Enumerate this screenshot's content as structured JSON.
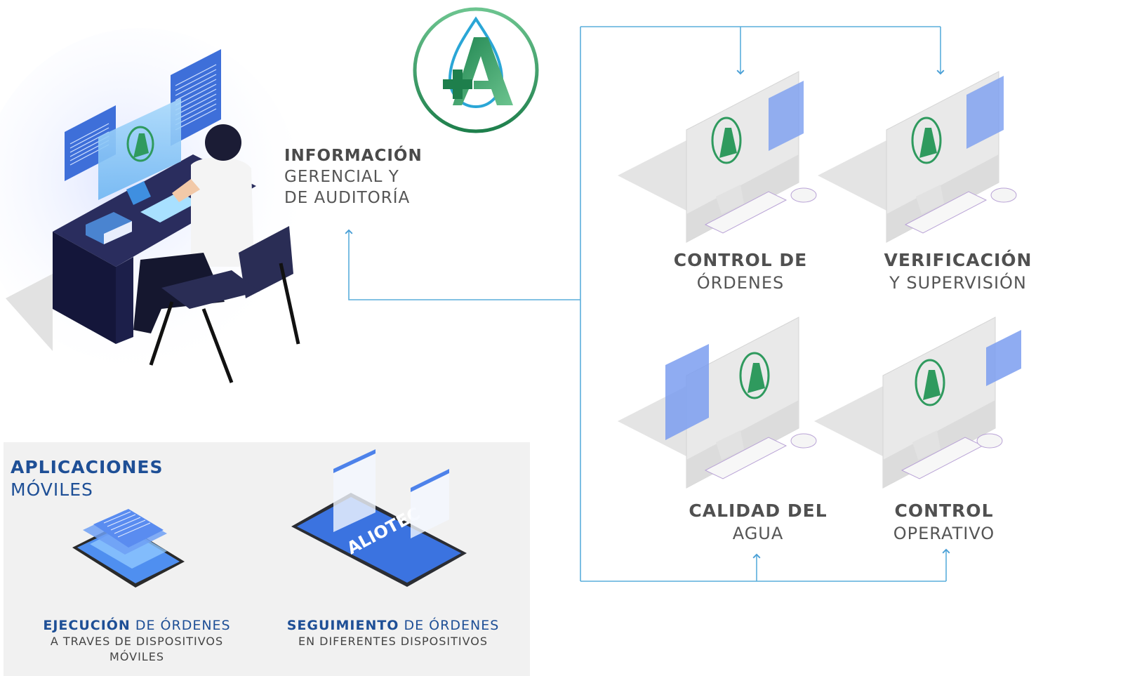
{
  "logo": {
    "icon": "plus-a-water-drop-logo",
    "colors": {
      "ring": "#3aa56b",
      "letter": "#2f9a5e",
      "cross": "#1e7f4c",
      "drop": "#2aa6d6"
    }
  },
  "connector_color": "#5aaedc",
  "info_block": {
    "bold": "INFORMACIÓN",
    "line2": "GERENCIAL Y",
    "line3": "DE AUDITORÍA"
  },
  "modules": [
    {
      "bold": "CONTROL DE",
      "regular": "ÓRDENES"
    },
    {
      "bold": "VERIFICACIÓN",
      "regular": "Y SUPERVISIÓN"
    },
    {
      "bold": "CALIDAD DEL",
      "regular": "AGUA"
    },
    {
      "bold": "CONTROL",
      "regular": "OPERATIVO"
    }
  ],
  "mobile": {
    "title_bold": "APLICACIONES",
    "title_regular": "MÓVILES",
    "items": [
      {
        "bold": "EJECUCIÓN",
        "rest": " DE ÓRDENES",
        "line2": "A TRAVES DE DISPOSITIVOS",
        "line3": "MÓVILES"
      },
      {
        "bold": "SEGUIMIENTO",
        "rest": " DE ÓRDENES",
        "line2": "EN DIFERENTES DISPOSITIVOS",
        "line3": ""
      }
    ],
    "tablet_brand": "ALIOTEC"
  },
  "colors": {
    "title_blue": "#1e4f96",
    "screen_blue": "#3b73e0",
    "desk_navy": "#1c1f4a"
  }
}
